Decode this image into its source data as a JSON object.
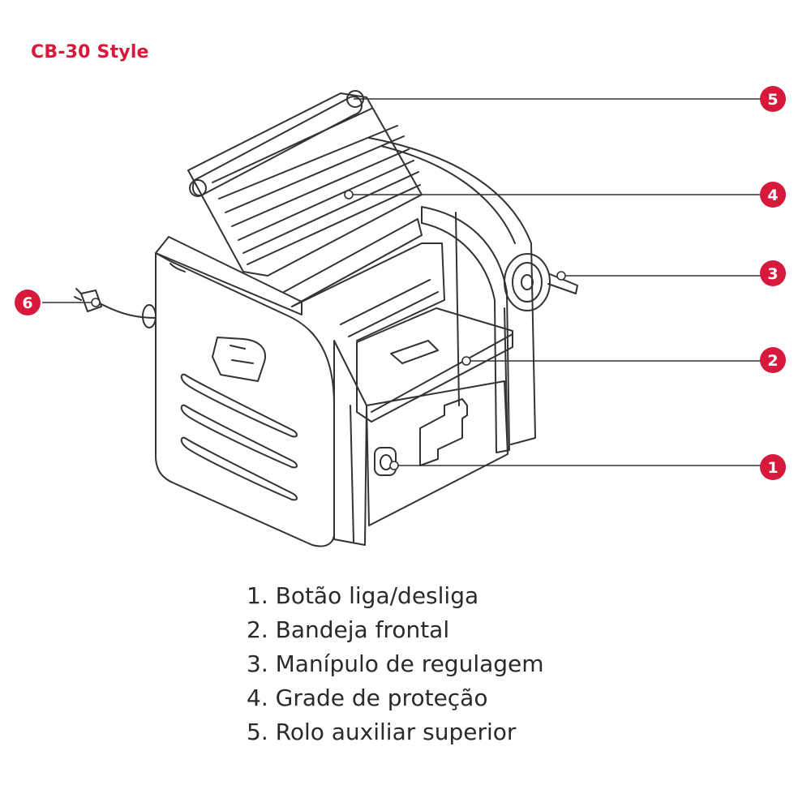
{
  "title": "CB-30 Style",
  "colors": {
    "accent": "#d7193c",
    "line": "#333333",
    "text": "#2a2a2a"
  },
  "callouts": [
    "1",
    "2",
    "3",
    "4",
    "5",
    "6"
  ],
  "legend": [
    "1. Botão liga/desliga",
    "2. Bandeja frontal",
    "3. Manípulo de regulagem",
    "4. Grade de proteção",
    "5. Rolo auxiliar superior"
  ]
}
